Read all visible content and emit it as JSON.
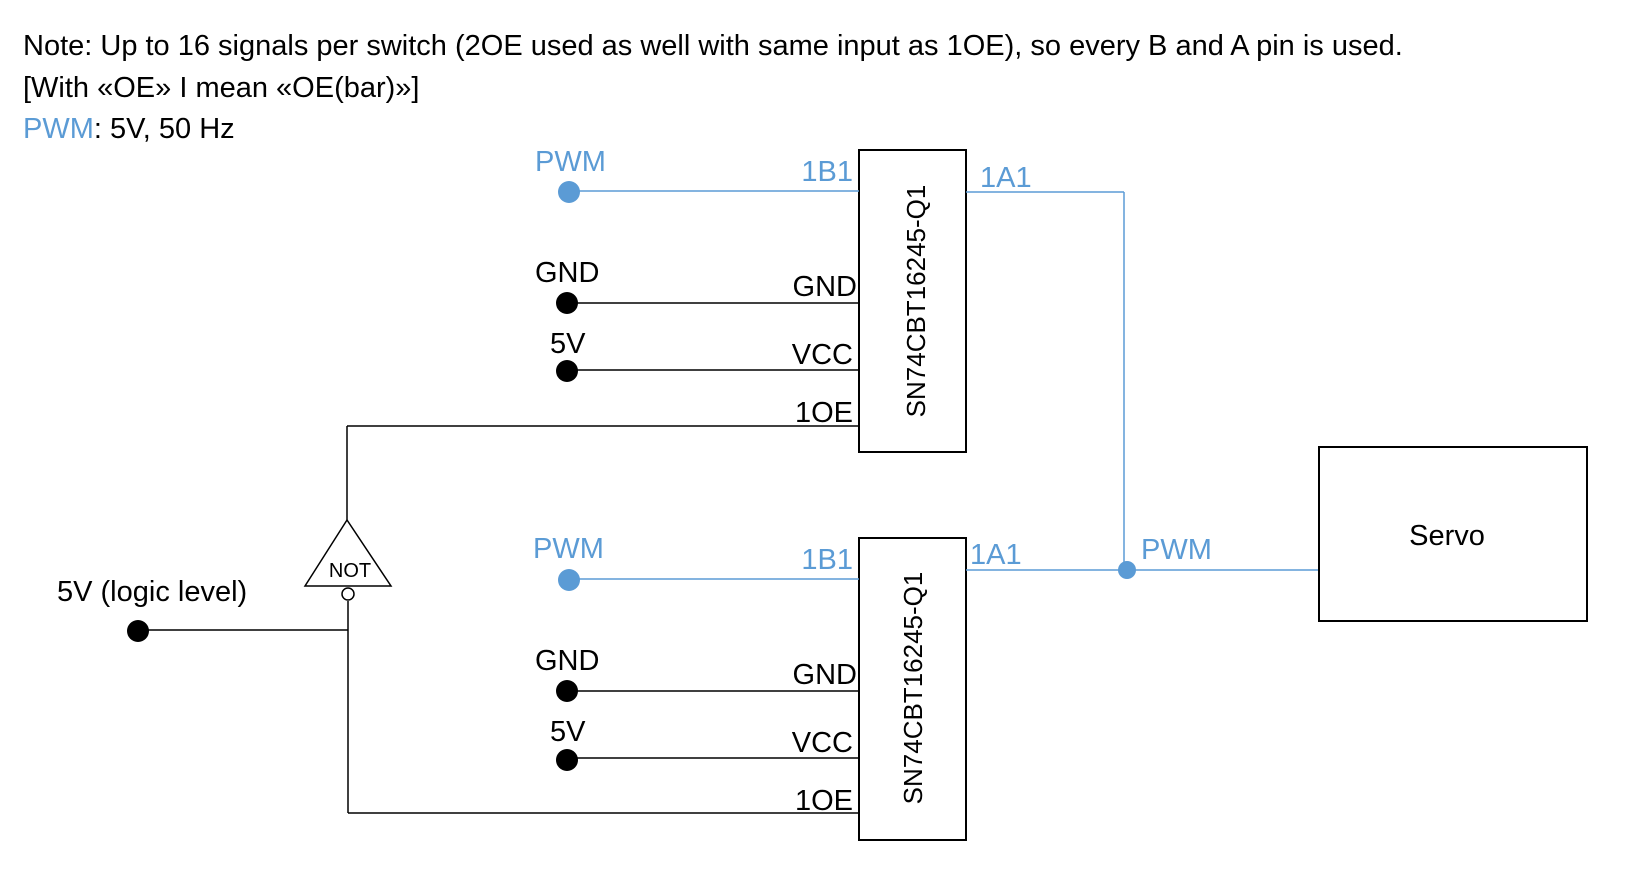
{
  "notes": {
    "line1": "Note: Up to 16 signals per switch (2OE used as well with same input as 1OE), so every B and A pin is used.",
    "line2": "[With «OE» I mean «OE(bar)»]",
    "pwm_key": "PWM",
    "pwm_value": ": 5V, 50 Hz"
  },
  "colors": {
    "signal": "#5b9bd5",
    "wire": "#000000"
  },
  "switch_top": {
    "chip_label": "SN74CBT16245-Q1",
    "pins": {
      "b": "1B1",
      "a": "1A1",
      "gnd": "GND",
      "vcc": "VCC",
      "oe": "1OE"
    },
    "sources": {
      "pwm": "PWM",
      "gnd": "GND",
      "vcc": "5V"
    }
  },
  "switch_bottom": {
    "chip_label": "SN74CBT16245-Q1",
    "pins": {
      "b": "1B1",
      "a": "1A1",
      "gnd": "GND",
      "vcc": "VCC",
      "oe": "1OE"
    },
    "sources": {
      "pwm": "PWM",
      "gnd": "GND",
      "vcc": "5V"
    }
  },
  "logic_input": {
    "label": "5V (logic level)"
  },
  "inverter": {
    "label": "NOT"
  },
  "output_net": {
    "label": "PWM"
  },
  "servo": {
    "label": "Servo"
  }
}
